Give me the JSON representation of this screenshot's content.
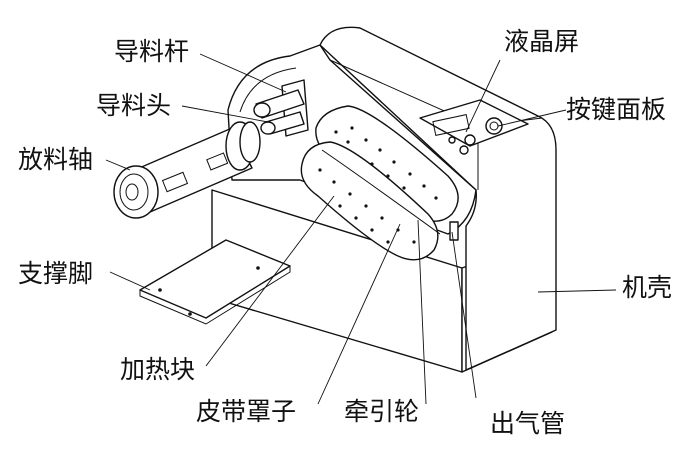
{
  "labels": {
    "guide_rod": "导料杆",
    "guide_head": "导料头",
    "unwind_shaft": "放料轴",
    "support_foot": "支撑脚",
    "heating_block": "加热块",
    "belt_cover": "皮带罩子",
    "traction_wheel": "牵引轮",
    "air_outlet": "出气管",
    "housing": "机壳",
    "key_panel": "按键面板",
    "lcd_screen": "液晶屏"
  }
}
